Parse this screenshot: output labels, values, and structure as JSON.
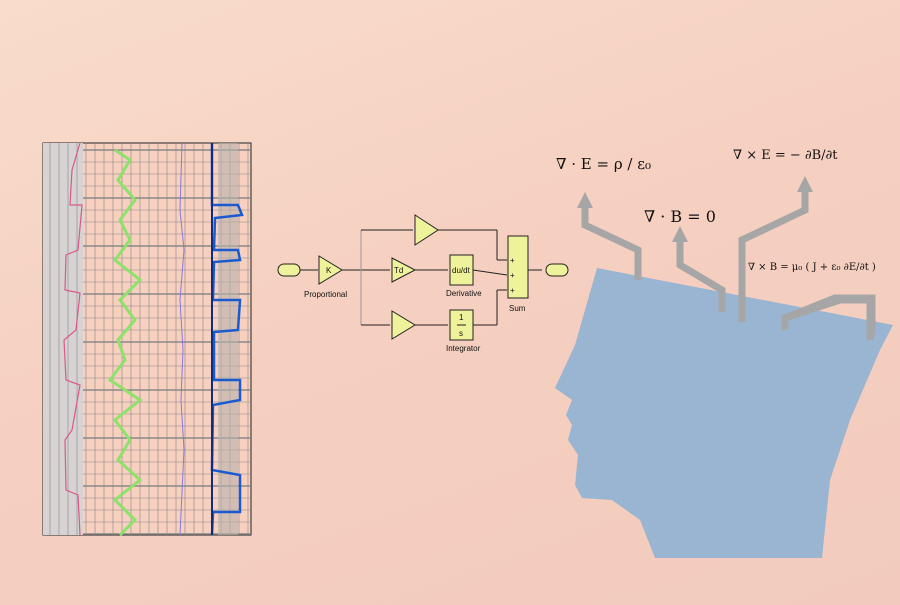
{
  "block_diagram": {
    "proportional_label": "Proportional",
    "gain_k": "K",
    "gain_td": "Td",
    "derivative_block": "du/dt",
    "derivative_label": "Derivative",
    "integrator_num": "1",
    "integrator_den": "s",
    "integrator_label": "Integrator",
    "sum_label": "Sum",
    "sum_signs": [
      "+",
      "+",
      "+"
    ]
  },
  "equations": {
    "gauss_e": "∇ · E = ρ / ε₀",
    "gauss_b": "∇ · B = 0",
    "faraday": "∇ × E = − ∂B/∂t",
    "ampere": "∇ × B = μ₀ ( J + ε₀ ∂E/∂t )"
  },
  "colors": {
    "head": "#9ab5d2",
    "arrow": "#a6a6a6",
    "block": "#eef29a"
  }
}
